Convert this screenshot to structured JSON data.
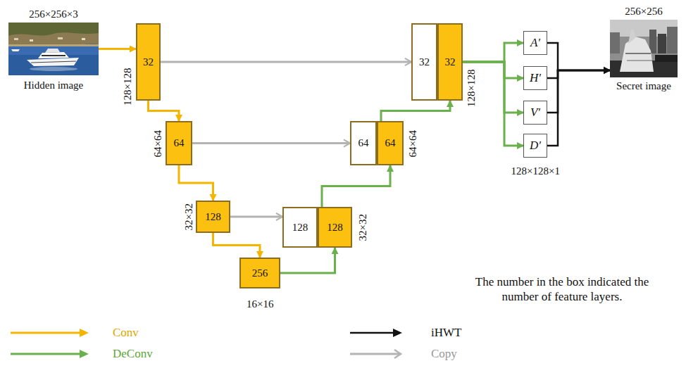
{
  "diagram": {
    "nodes": [
      {
        "text": [
          "256×256×3",
          "Hidden image"
        ]
      },
      {
        "text": [
          "32"
        ]
      },
      {
        "text": [
          "64"
        ]
      },
      {
        "text": [
          "128"
        ]
      },
      {
        "text": [
          "256"
        ]
      },
      {
        "text": [
          "128"
        ]
      },
      {
        "text": [
          "128"
        ]
      },
      {
        "text": [
          "64"
        ]
      },
      {
        "text": [
          "64"
        ]
      },
      {
        "text": [
          "32"
        ]
      },
      {
        "text": [
          "32"
        ]
      },
      {
        "text": [
          "A′"
        ]
      },
      {
        "text": [
          "H′"
        ]
      },
      {
        "text": [
          "V′"
        ]
      },
      {
        "text": [
          "D′"
        ]
      },
      {
        "text": [
          "256×256",
          "Secret image"
        ]
      }
    ],
    "edges": [
      {
        "from": 0,
        "to": 1,
        "arrow": "to"
      },
      {
        "from": 1,
        "to": 2,
        "arrow": "to"
      },
      {
        "from": 2,
        "to": 3,
        "arrow": "to"
      },
      {
        "from": 3,
        "to": 4,
        "arrow": "to"
      },
      {
        "from": 4,
        "to": 6,
        "arrow": "to"
      },
      {
        "from": 6,
        "to": 8,
        "arrow": "to"
      },
      {
        "from": 8,
        "to": 10,
        "arrow": "to"
      },
      {
        "from": 1,
        "to": 9,
        "arrow": "to"
      },
      {
        "from": 2,
        "to": 7,
        "arrow": "to"
      },
      {
        "from": 3,
        "to": 5,
        "arrow": "to"
      },
      {
        "from": 10,
        "to": 11,
        "arrow": "to"
      },
      {
        "from": 10,
        "to": 12,
        "arrow": "to"
      },
      {
        "from": 10,
        "to": 13,
        "arrow": "to"
      },
      {
        "from": 10,
        "to": 14,
        "arrow": "to"
      },
      {
        "from": 11,
        "to": 15,
        "arrow": "to"
      },
      {
        "from": 12,
        "to": 15,
        "arrow": "to"
      },
      {
        "from": 13,
        "to": 15,
        "arrow": "to"
      },
      {
        "from": 14,
        "to": 15,
        "arrow": "to"
      }
    ],
    "labels": [
      "128×128",
      "64×64",
      "32×32",
      "16×16",
      "32×32",
      "64×64",
      "128×128",
      "128×128×1",
      "The number in the box indicated the number of feature layers."
    ],
    "legend": [
      {
        "text": "Conv"
      },
      {
        "text": "DeConv"
      },
      {
        "text": "iHWT"
      },
      {
        "text": "Copy"
      }
    ]
  }
}
